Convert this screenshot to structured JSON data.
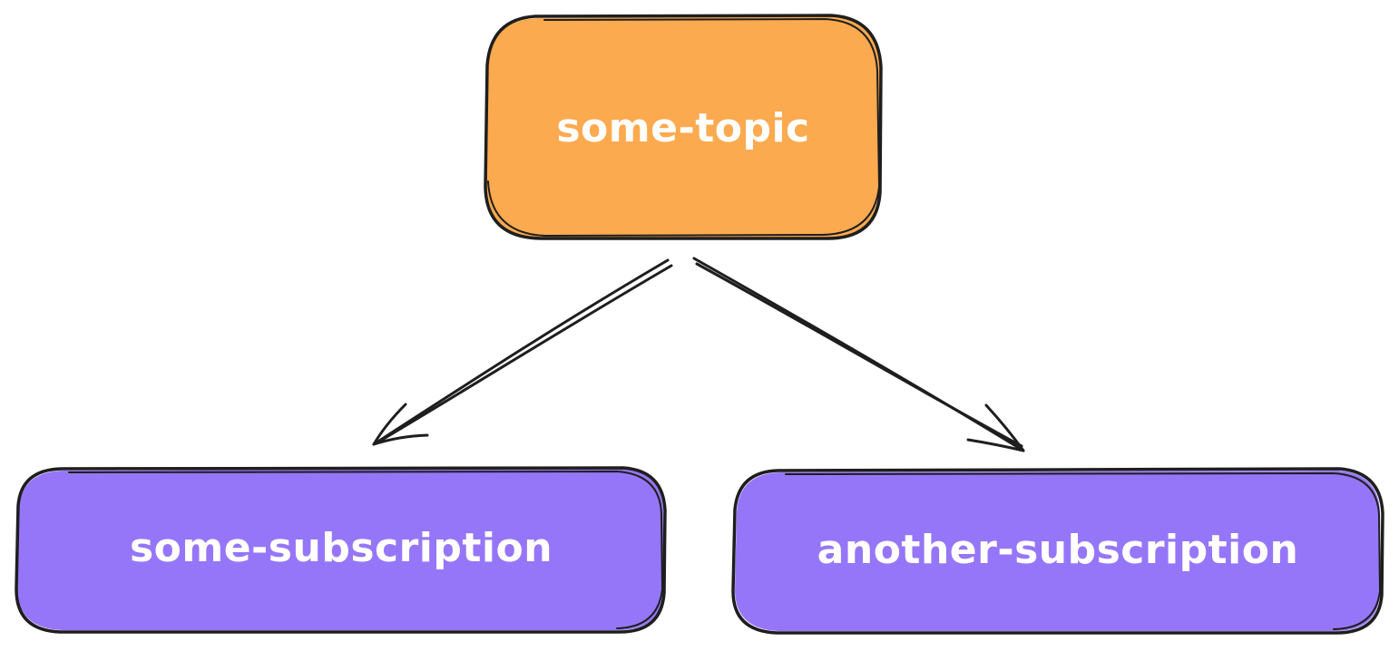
{
  "diagram": {
    "nodes": {
      "topic": {
        "label": "some-topic",
        "color": "#fcaa4f"
      },
      "subscription_a": {
        "label": "some-subscription",
        "color": "#9676f8"
      },
      "subscription_b": {
        "label": "another-subscription",
        "color": "#9676f8"
      }
    },
    "edges": [
      {
        "from": "topic",
        "to": "subscription_a"
      },
      {
        "from": "topic",
        "to": "subscription_b"
      }
    ],
    "outline_color": "#1e1e1e"
  }
}
